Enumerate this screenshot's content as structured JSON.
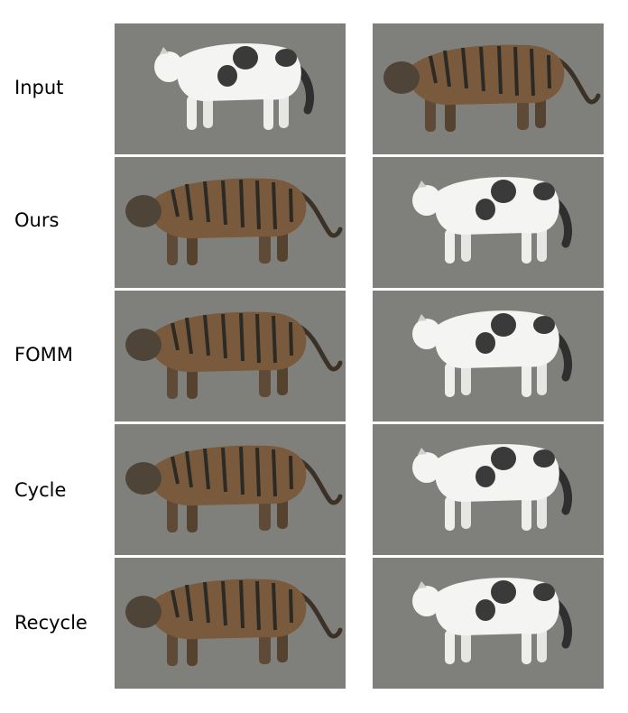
{
  "figure": {
    "rows": [
      {
        "label": "Input"
      },
      {
        "label": "Ours"
      },
      {
        "label": "FOMM"
      },
      {
        "label": "Cycle"
      },
      {
        "label": "Recycle"
      }
    ]
  },
  "colors": {
    "panel_background": "#7f807c",
    "tiger_body": "#7a5a3c",
    "tiger_stripe": "#2b2a24",
    "cat_body": "#f4f4f2",
    "cat_spot": "#3a3a3a"
  }
}
